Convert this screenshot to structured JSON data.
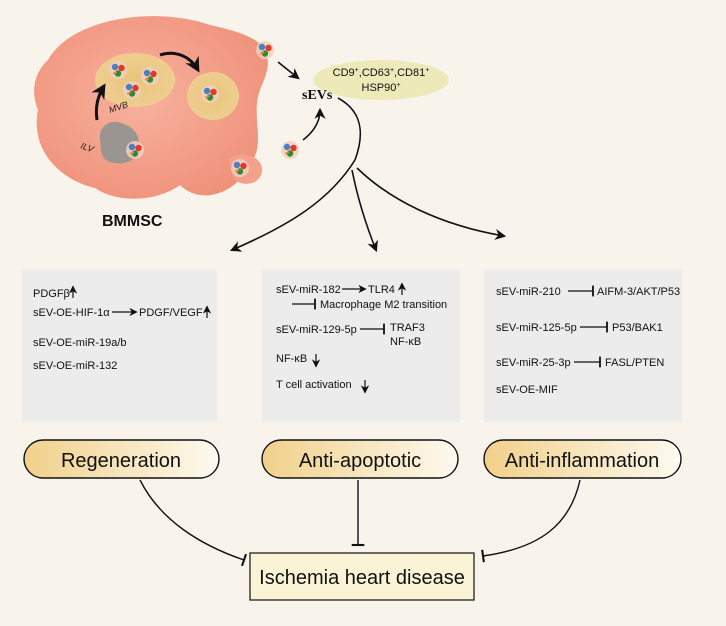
{
  "cell": {
    "label": "BMMSC",
    "mvb_label": "MVB",
    "ilv_label": "ILV"
  },
  "sevs": {
    "label": "sEVs",
    "markers_line1_parts": [
      "CD9",
      "+",
      ",CD63",
      "+",
      ",CD81",
      "+"
    ],
    "markers_line2_parts": [
      "HSP90",
      "+"
    ]
  },
  "panels": {
    "regeneration": {
      "pdgfb": "PDGFβ",
      "hif_left": "sEV-OE-HIF-1α",
      "hif_right": "PDGF/VEGF",
      "mir19": "sEV-OE-miR-19a/b",
      "mir132": "sEV-OE-miR-132"
    },
    "anti_apoptotic": {
      "mir182": "sEV-miR-182",
      "tlr4": "TLR4",
      "macrophage": "Macrophage M2 transition",
      "mir129": "sEV-miR-129-5p",
      "traf3": "TRAF3",
      "nfkb_a": "NF-κB",
      "nfkb_b": "NF-κB",
      "tcell": "T cell activation"
    },
    "anti_inflammation": {
      "mir210": "sEV-miR-210",
      "aifm": "AIFM-3/AKT/P53",
      "mir125": "sEV-miR-125-5p",
      "p53bak": "P53/BAK1",
      "mir25": "sEV-miR-25-3p",
      "fasl": "FASL/PTEN",
      "mif": "sEV-OE-MIF"
    }
  },
  "pills": {
    "regeneration": "Regeneration",
    "anti_apoptotic": "Anti-apoptotic",
    "anti_inflammation": "Anti-inflammation"
  },
  "outcome": "Ischemia heart disease",
  "colors": {
    "background": "#f8f4ec",
    "cell_fill": "#f4a08a",
    "mvb_fill": "#e9c97a",
    "nucleus_fill": "#9a9590",
    "marker_ellipse": "#eee9b8",
    "panel_fill": "#ececec",
    "pill_gradient_start": "#f1d08a",
    "pill_gradient_end": "#fdfaf0",
    "outcome_fill": "#fbf3d6",
    "vesicle_red": "#e23a2a",
    "vesicle_green": "#2f8b3a",
    "vesicle_blue": "#4b7fc4",
    "vesicle_orange": "#e88a3a"
  }
}
